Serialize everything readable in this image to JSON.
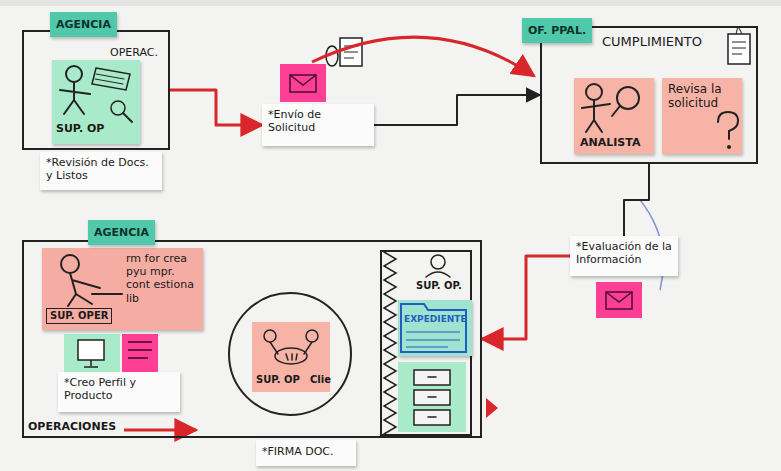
{
  "diagram": {
    "nodes": [
      {
        "text": [
          "AGENCIA",
          "OPERAC."
        ]
      },
      {
        "text": [
          "SUP. OP"
        ],
        "in": 0
      },
      {
        "text": [
          "*Revisión de Docs. y Listos"
        ]
      },
      {
        "text": [
          "*Envío de Solicitud"
        ]
      },
      {
        "text": [
          "OF. PPAL.",
          "CUMPLIMIENTO"
        ]
      },
      {
        "text": [
          "ANALISTA"
        ],
        "in": 4
      },
      {
        "text": [
          "Revisa la solicitud"
        ],
        "in": 4
      },
      {
        "text": [
          "*Evaluación de la Información"
        ]
      },
      {
        "text": [
          "AGENCIA",
          "OPERACIONES"
        ]
      },
      {
        "text": [
          "SUP. OPER",
          "rm for crea pyu mpr. cont estiona lib"
        ],
        "in": 8
      },
      {
        "text": [
          "*Creo Perfil y Producto"
        ],
        "in": 8
      },
      {
        "text": [
          "SUP. OP",
          "Clie"
        ],
        "in": 8
      },
      {
        "text": [
          "SUP. OP."
        ],
        "in": 8
      },
      {
        "text": [
          "EXPEDIENTE"
        ],
        "in": 12
      },
      {
        "text": [
          "*FIRMA DOC."
        ]
      }
    ],
    "edges": [
      {
        "from": 0,
        "to": 3,
        "arrow": "to"
      },
      {
        "from": 3,
        "to": 4,
        "arrow": "to"
      },
      {
        "from": 4,
        "to": 7,
        "arrow": "none"
      },
      {
        "from": 7,
        "to": 8,
        "arrow": "to"
      }
    ]
  }
}
